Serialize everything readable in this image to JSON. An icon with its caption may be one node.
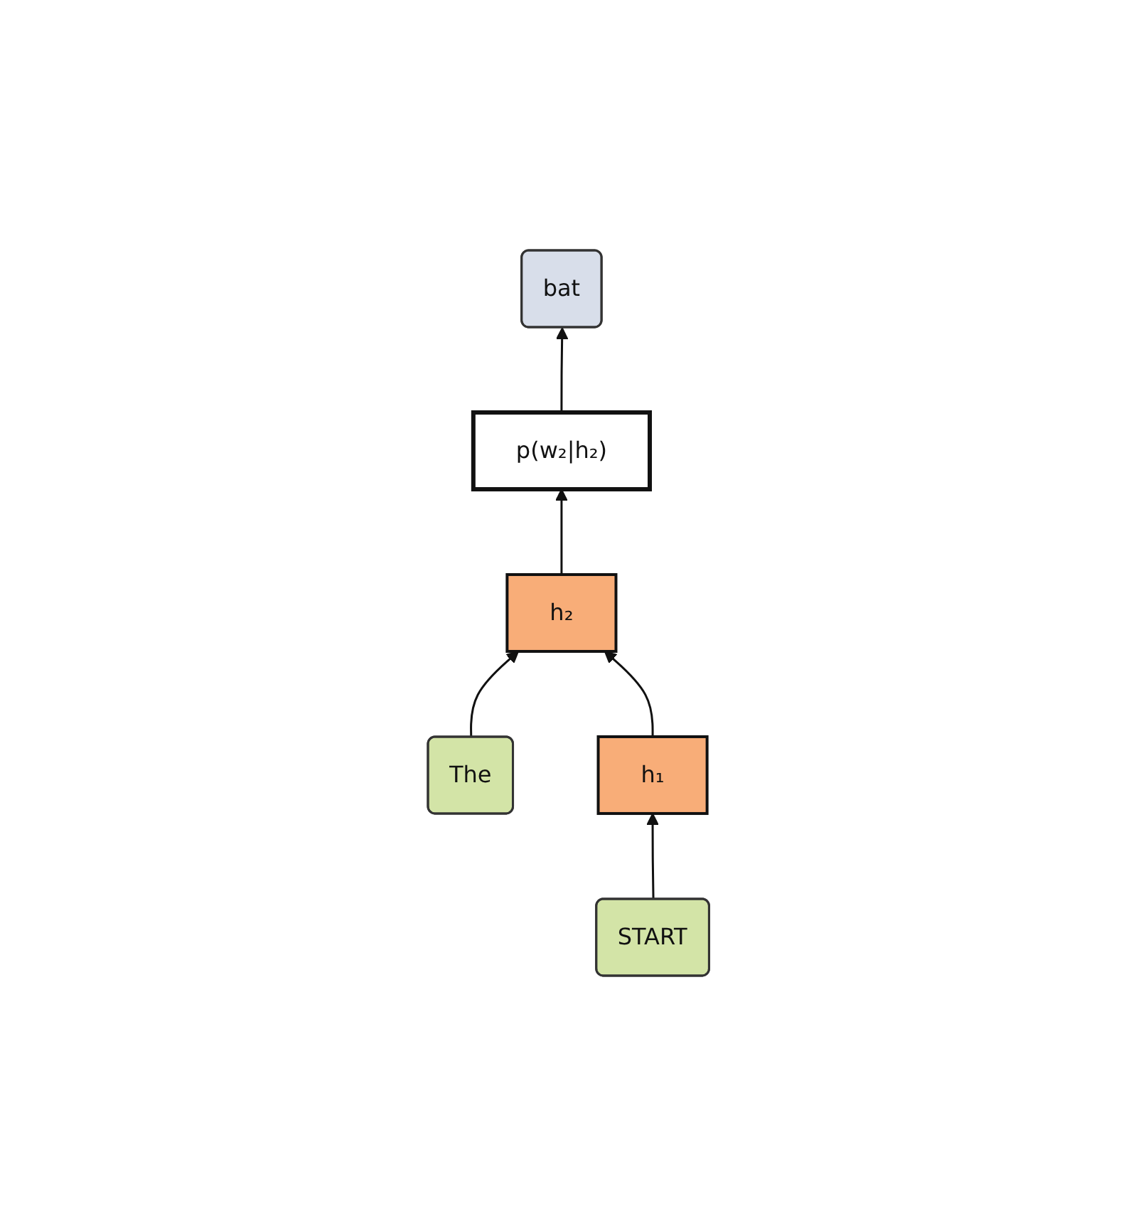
{
  "diagram": {
    "nodes": [
      {
        "text": [
          "START"
        ]
      },
      {
        "text": [
          "The"
        ]
      },
      {
        "text": [
          "h₁"
        ]
      },
      {
        "text": [
          "h₂"
        ]
      },
      {
        "text": [
          "p(w₂|h₂)"
        ]
      },
      {
        "text": [
          "bat"
        ]
      }
    ],
    "edges": [
      {
        "from": 0,
        "to": 2,
        "arrow": "to"
      },
      {
        "from": 1,
        "to": 3,
        "arrow": "to"
      },
      {
        "from": 2,
        "to": 3,
        "arrow": "to"
      },
      {
        "from": 3,
        "to": 4,
        "arrow": "to"
      },
      {
        "from": 4,
        "to": 5,
        "arrow": "to"
      }
    ]
  }
}
